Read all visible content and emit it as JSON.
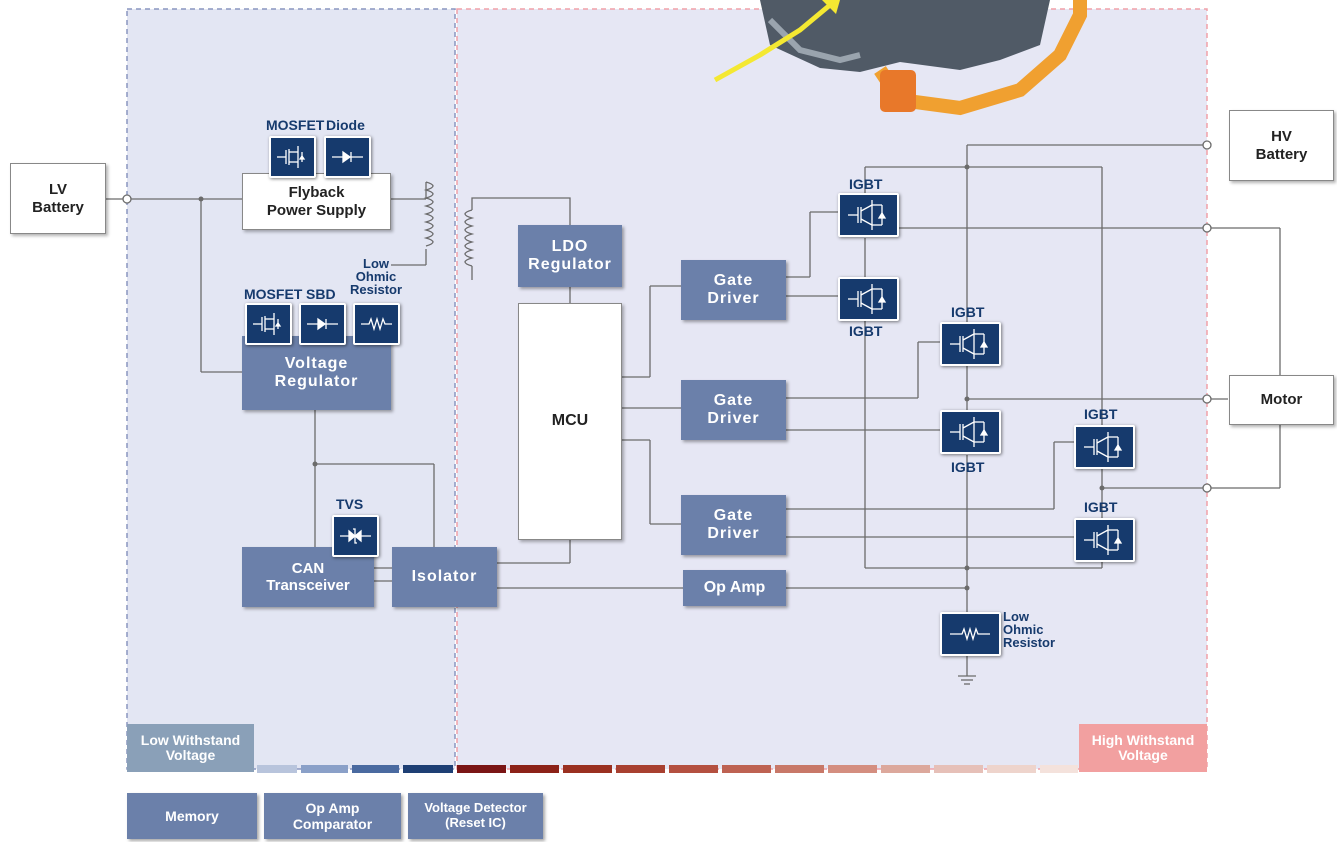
{
  "colors": {
    "chip_navy": "#163a6d",
    "block_blue": "#6b80aa",
    "low_zone": "#8aa0b8",
    "high_zone": "#f2a0a0"
  },
  "external": {
    "lv_battery": "LV\nBattery",
    "hv_battery": "HV\nBattery",
    "motor": "Motor"
  },
  "blocks": {
    "flyback": "Flyback\nPower Supply",
    "voltage_regulator": "Voltage\nRegulator",
    "can_transceiver": "CAN\nTransceiver",
    "isolator": "Isolator",
    "ldo_regulator": "LDO\nRegulator",
    "mcu": "MCU",
    "gate_driver_1": "Gate\nDriver",
    "gate_driver_2": "Gate\nDriver",
    "gate_driver_3": "Gate\nDriver",
    "op_amp": "Op Amp"
  },
  "labels": {
    "mosfet_1": "MOSFET",
    "diode": "Diode",
    "mosfet_2": "MOSFET",
    "sbd": "SBD",
    "low_ohmic_1": "Low\nOhmic\nResistor",
    "tvs": "TVS",
    "igbt_1": "IGBT",
    "igbt_2": "IGBT",
    "igbt_3": "IGBT",
    "igbt_4": "IGBT",
    "igbt_5": "IGBT",
    "igbt_6": "IGBT",
    "low_ohmic_2": "Low\nOhmic\nResistor"
  },
  "zones": {
    "low": "Low Withstand\nVoltage",
    "high": "High Withstand\nVoltage"
  },
  "legend": {
    "memory": "Memory",
    "op_amp_comparator": "Op Amp\nComparator",
    "voltage_detector": "Voltage Detector\n(Reset IC)"
  }
}
